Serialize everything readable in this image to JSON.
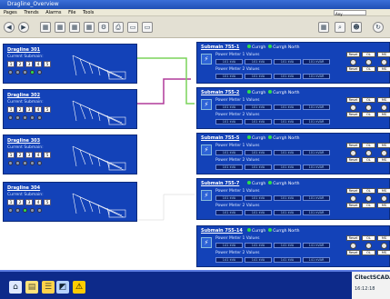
{
  "window": {
    "title": "Dragline_Overview"
  },
  "menu": {
    "items": [
      "Pages",
      "Trends",
      "Alarms",
      "File",
      "Tools"
    ],
    "field": "Any"
  },
  "toolbar": {
    "icons": [
      "back",
      "forward",
      "page",
      "page",
      "page",
      "page",
      "settings",
      "print",
      "page",
      "page"
    ]
  },
  "draglines": [
    {
      "title": "Dragline 301",
      "subtitle": "Current Submain:",
      "nums": [
        "1",
        "2",
        "3",
        "4",
        "5"
      ]
    },
    {
      "title": "Dragline 302",
      "subtitle": "Current Submain:",
      "nums": [
        "1",
        "2",
        "3",
        "4",
        "5"
      ]
    },
    {
      "title": "Dragline 303",
      "subtitle": "Current Submain:",
      "nums": [
        "1",
        "2",
        "3",
        "4",
        "5"
      ]
    },
    {
      "title": "Dragline 304",
      "subtitle": "Current Submain:",
      "nums": [
        "1",
        "2",
        "3",
        "4",
        "5"
      ]
    }
  ],
  "submains": [
    {
      "title": "Submain 755-1",
      "leg1": "Currgh",
      "leg2": "Currgh North",
      "pm1": "Power Meter 1 Values",
      "pm2": "Power Meter 2 Values",
      "vals1": [
        "101 kVA",
        "101 kVA",
        "101 kVA",
        "101 kVAR"
      ],
      "vals2": [
        "101 kVA",
        "101 kVA",
        "101 kVA",
        "101 kVAR"
      ]
    },
    {
      "title": "Submain 755-2",
      "leg1": "Currgh",
      "leg2": "Currgh North",
      "pm1": "Power Meter 1 Values",
      "pm2": "Power Meter 2 Values",
      "vals1": [
        "101 kVA",
        "101 kVA",
        "101 kVA",
        "101 kVAR"
      ],
      "vals2": [
        "101 kVA",
        "101 kVA",
        "101 kVA",
        "101 kVAR"
      ]
    },
    {
      "title": "Submain 755-5",
      "leg1": "Currgh",
      "leg2": "Currgh North",
      "pm1": "Power Meter 1 Values",
      "pm2": "Power Meter 2 Values",
      "vals1": [
        "101 kVA",
        "101 kVA",
        "101 kVA",
        "101 kVAR"
      ],
      "vals2": [
        "101 kVA",
        "101 kVA",
        "101 kVA",
        "101 kVAR"
      ]
    },
    {
      "title": "Submain 755-7",
      "leg1": "Currgh",
      "leg2": "Currgh North",
      "pm1": "Power Meter 1 Values",
      "pm2": "Power Meter 2 Values",
      "vals1": [
        "101 kVA",
        "101 kVA",
        "101 kVA",
        "101 kVAR"
      ],
      "vals2": [
        "101 kVA",
        "101 kVA",
        "101 kVA",
        "101 kVAR"
      ]
    },
    {
      "title": "Submain 755-14",
      "leg1": "Currgh",
      "leg2": "Currgh North",
      "pm1": "Power Meter 1 Values",
      "pm2": "Power Meter 2 Values",
      "vals1": [
        "141 kVA",
        "141 kVA",
        "141 kVA",
        "141 kVAR"
      ],
      "vals2": [
        "141 kVA",
        "141 kVA",
        "141 kVA",
        "141 kVAR"
      ]
    }
  ],
  "buttons": [
    "Reset",
    "OL",
    "MS"
  ],
  "taskbar": {
    "logo": "CitectSCADA",
    "time": "16:12:18"
  },
  "colors": {
    "panel": "#1342b8",
    "green": "#2ee04a",
    "link1": "#7ad35a",
    "link2": "#b03a9a",
    "link3": "#ffffff"
  }
}
